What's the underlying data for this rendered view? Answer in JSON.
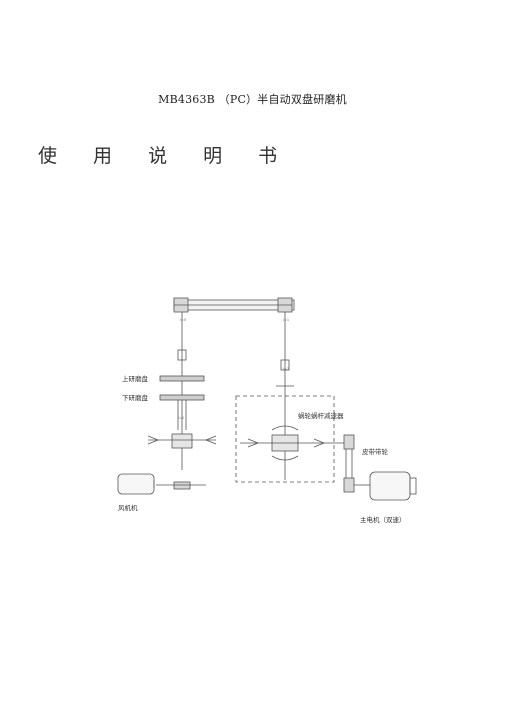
{
  "document": {
    "title": "MB4363B （PC）半自动双盘研磨机",
    "heading": "使 用 说 明 书"
  },
  "diagram": {
    "labels": {
      "upper_disc": "上研磨盘",
      "lower_disc": "下研磨盘",
      "worm_reducer": "蜗轮蜗杆减速器",
      "pulley": "皮带带轮",
      "fan_motor": "风机机",
      "main_motor": "主电机（双速）"
    }
  }
}
